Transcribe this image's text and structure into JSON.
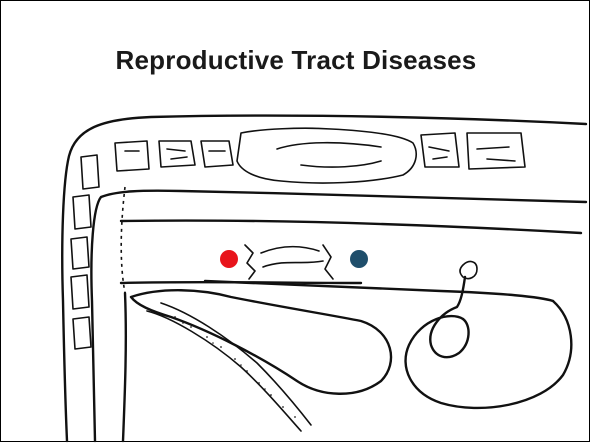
{
  "slide": {
    "title": "Reproductive Tract Diseases"
  },
  "markers": [
    {
      "name": "red-marker",
      "color": "#e8141b"
    },
    {
      "name": "blue-marker",
      "color": "#1f4e6b"
    }
  ],
  "colors": {
    "ink": "#111111",
    "background": "#ffffff"
  }
}
